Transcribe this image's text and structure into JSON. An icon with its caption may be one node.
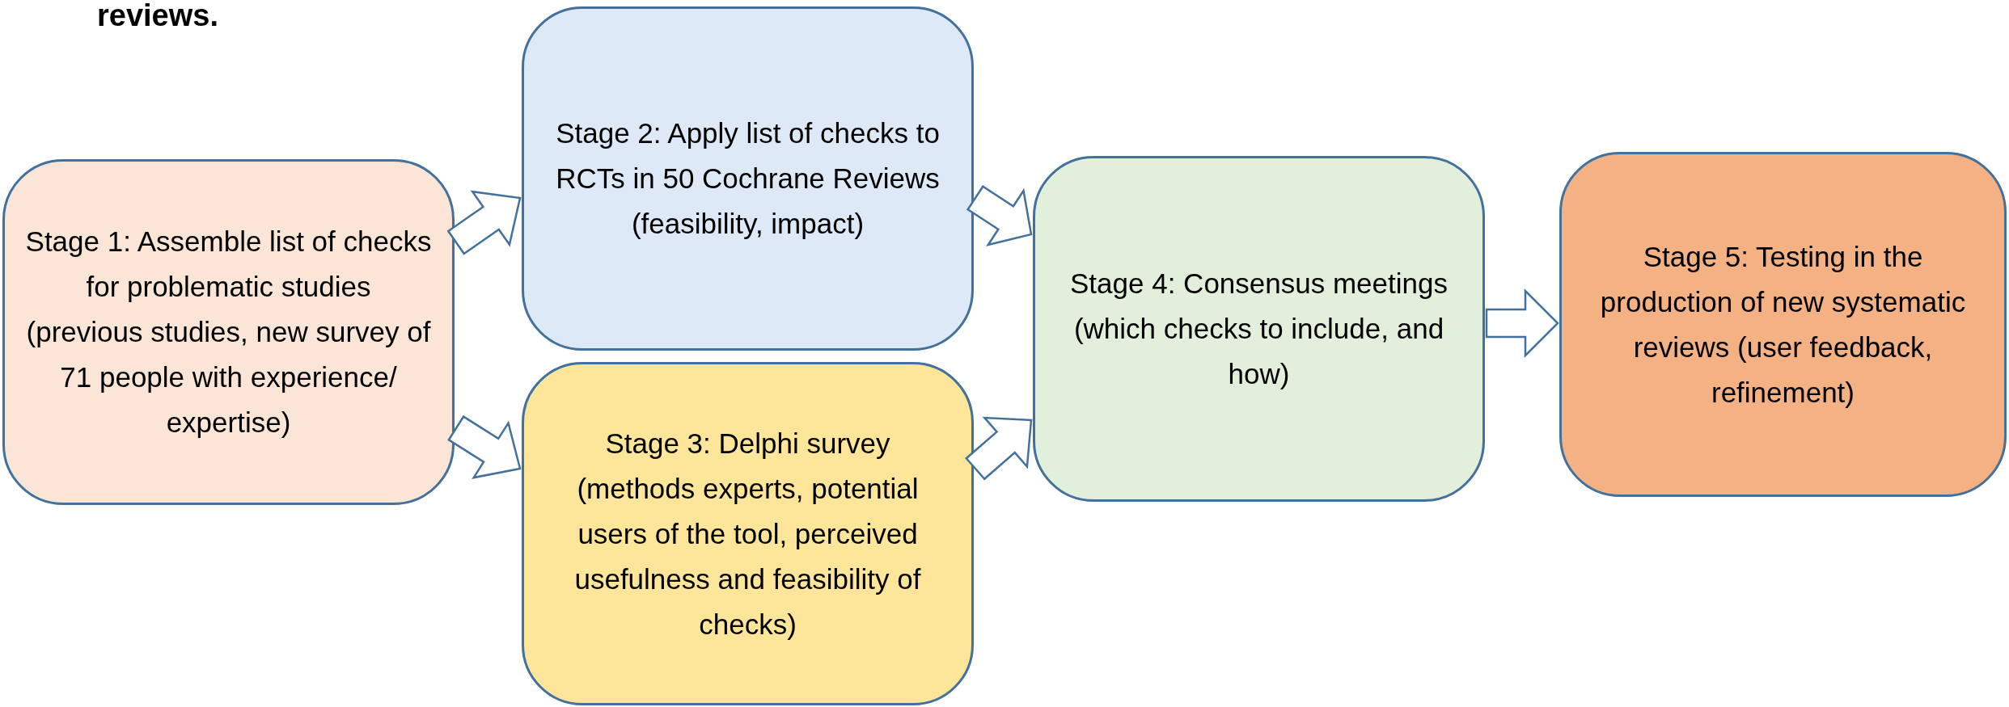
{
  "diagram": {
    "nodes": [
      {
        "text": [
          "Stage 1: Assemble list of checks for problematic studies (previous studies, new survey of 71 people with experience/ expertise)"
        ]
      },
      {
        "text": [
          "Stage 2: Apply list of checks to RCTs in 50 Cochrane Reviews (feasibility, impact)"
        ]
      },
      {
        "text": [
          "Stage 3: Delphi survey (methods experts, potential users of the tool, perceived usefulness and feasibility of checks)"
        ]
      },
      {
        "text": [
          "Stage 4: Consensus meetings (which checks to include, and how)"
        ]
      },
      {
        "text": [
          "Stage 5: Testing in the production of new systematic reviews (user feedback, refinement)"
        ]
      }
    ],
    "edges": [
      {
        "from": 0,
        "to": 1,
        "arrow": "to"
      },
      {
        "from": 0,
        "to": 2,
        "arrow": "to"
      },
      {
        "from": 1,
        "to": 3,
        "arrow": "to"
      },
      {
        "from": 2,
        "to": 3,
        "arrow": "to"
      },
      {
        "from": 3,
        "to": 4,
        "arrow": "to"
      }
    ],
    "labels": [
      "reviews."
    ]
  }
}
